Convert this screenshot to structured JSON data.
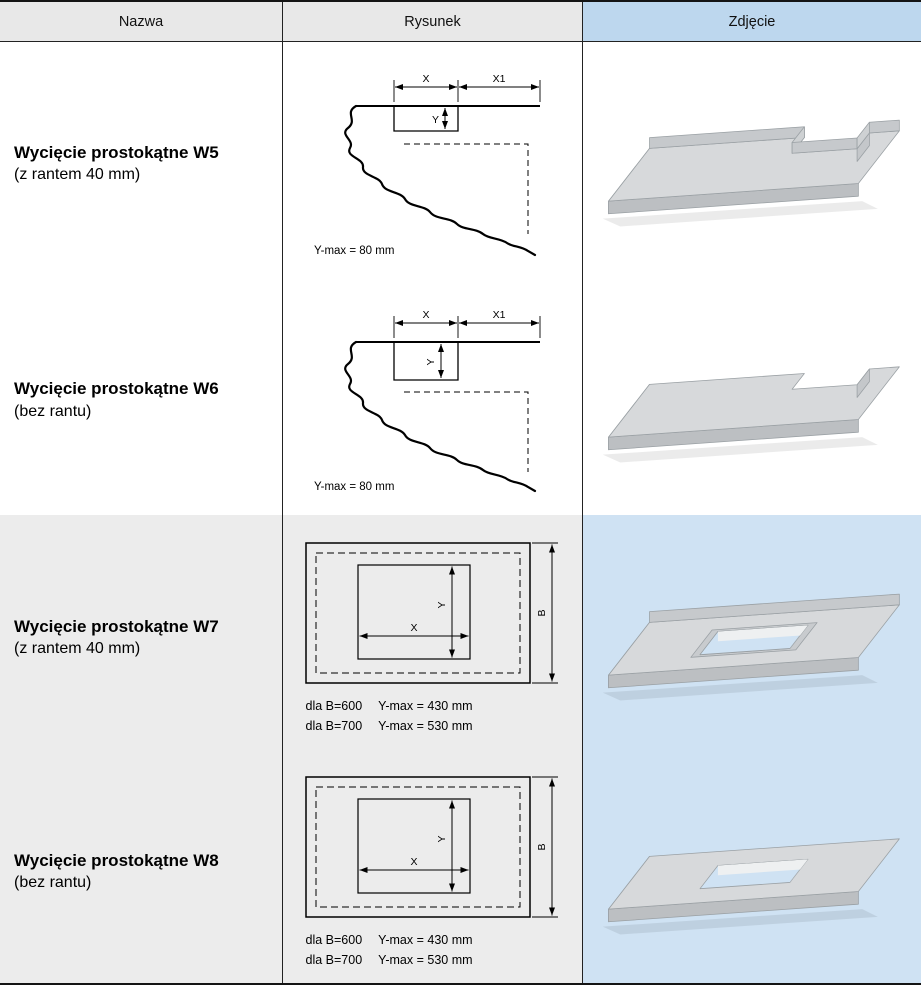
{
  "table": {
    "header": {
      "col_nazwa": "Nazwa",
      "col_rysunek": "Rysunek",
      "col_zdjecie": "Zdjęcie"
    },
    "rows": [
      {
        "id": "w5",
        "title": "Wycięcie prostokątne W5",
        "subtitle": "(z rantem 40 mm)",
        "drawing": {
          "dim_x": "X",
          "dim_x1": "X1",
          "dim_y": "Y",
          "note": "Y-max = 80 mm"
        },
        "photo_alt": "countertop-with-back-rim-and-edge-notch"
      },
      {
        "id": "w6",
        "title": "Wycięcie prostokątne W6",
        "subtitle": "(bez rantu)",
        "drawing": {
          "dim_x": "X",
          "dim_x1": "X1",
          "dim_y": "Y",
          "note": "Y-max = 80 mm"
        },
        "photo_alt": "flat-countertop-with-edge-notch"
      },
      {
        "id": "w7",
        "title": "Wycięcie prostokątne W7",
        "subtitle": "(z rantem 40 mm)",
        "drawing": {
          "dim_x": "X",
          "dim_y": "Y",
          "dim_b": "B",
          "notes": [
            {
              "cond": "dla B=600",
              "val": "Y-max = 430 mm"
            },
            {
              "cond": "dla B=700",
              "val": "Y-max = 530 mm"
            }
          ]
        },
        "photo_alt": "countertop-with-back-rim-and-center-cutout"
      },
      {
        "id": "w8",
        "title": "Wycięcie prostokątne W8",
        "subtitle": "(bez rantu)",
        "drawing": {
          "dim_x": "X",
          "dim_y": "Y",
          "dim_b": "B",
          "notes": [
            {
              "cond": "dla B=600",
              "val": "Y-max = 430 mm"
            },
            {
              "cond": "dla B=700",
              "val": "Y-max = 530 mm"
            }
          ]
        },
        "photo_alt": "flat-countertop-with-center-cutout"
      }
    ]
  },
  "colors": {
    "header_gray": "#e8e8e8",
    "header_blue": "#bdd7ee",
    "band_gray": "#ececec",
    "band_blue": "#cfe2f3"
  }
}
